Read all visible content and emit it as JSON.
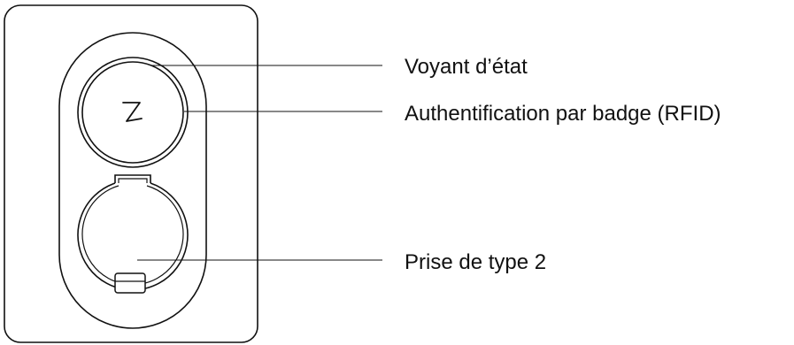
{
  "callouts": {
    "status_light": "Voyant d’état",
    "rfid_badge": "Authentification par badge (RFID)",
    "type2_socket": "Prise de type 2"
  },
  "colors": {
    "line": "#111111",
    "background": "#ffffff"
  },
  "icons": {
    "brand_logo": "z-logo-icon"
  }
}
